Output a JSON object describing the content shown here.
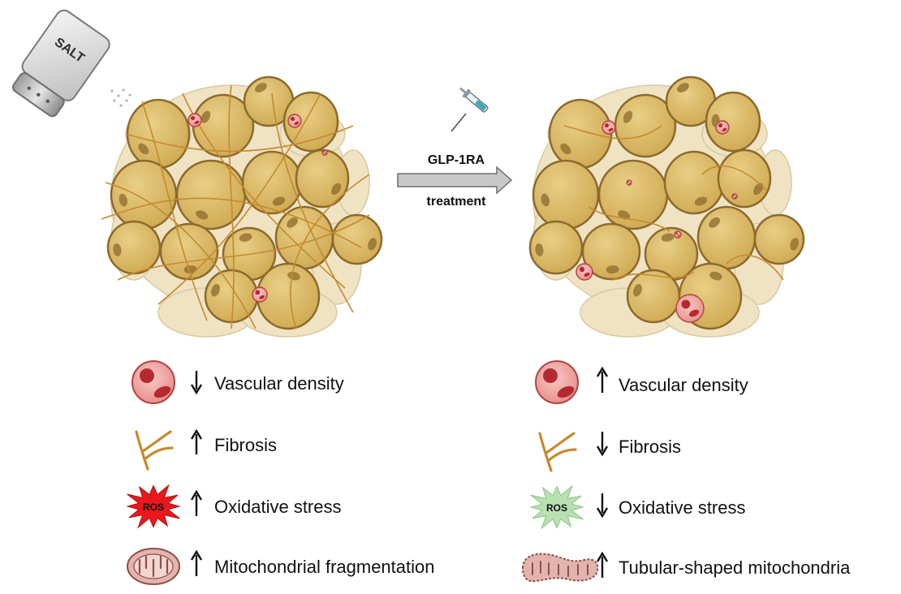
{
  "salt_shaker": {
    "label": "SALT"
  },
  "treatment": {
    "drug": "GLP-1RA",
    "word": "treatment"
  },
  "legend_left": [
    {
      "icon": "blood-vessel-icon",
      "direction": "down",
      "text": "Vascular density"
    },
    {
      "icon": "fibrosis-fiber-icon",
      "direction": "up",
      "text": "Fibrosis"
    },
    {
      "icon": "ros-burst-icon",
      "badge": "ROS",
      "direction": "up",
      "text": "Oxidative stress"
    },
    {
      "icon": "fragmented-mitochondrion-icon",
      "direction": "up",
      "text": "Mitochondrial fragmentation"
    }
  ],
  "legend_right": [
    {
      "icon": "blood-vessel-icon",
      "direction": "up",
      "text": "Vascular density"
    },
    {
      "icon": "fibrosis-fiber-icon",
      "direction": "down",
      "text": "Fibrosis"
    },
    {
      "icon": "ros-burst-icon",
      "badge": "ROS",
      "direction": "down",
      "text": "Oxidative stress"
    },
    {
      "icon": "tubular-mitochondrion-icon",
      "direction": "up",
      "text": "Tubular-shaped mitochondria"
    }
  ],
  "colors": {
    "adipocyte_fill": "#D9B865",
    "adipocyte_stroke": "#8C6A2C",
    "matrix_fill": "#EFE3C4",
    "fiber": "#C68A2E",
    "vessel_fill": "#F2A9A6",
    "vessel_core": "#B42A2F",
    "ros_high": "#E8181C",
    "ros_low": "#B8E0B0",
    "mito_fill": "#E3B4AE",
    "arrow_fill": "#C8C8C8"
  }
}
